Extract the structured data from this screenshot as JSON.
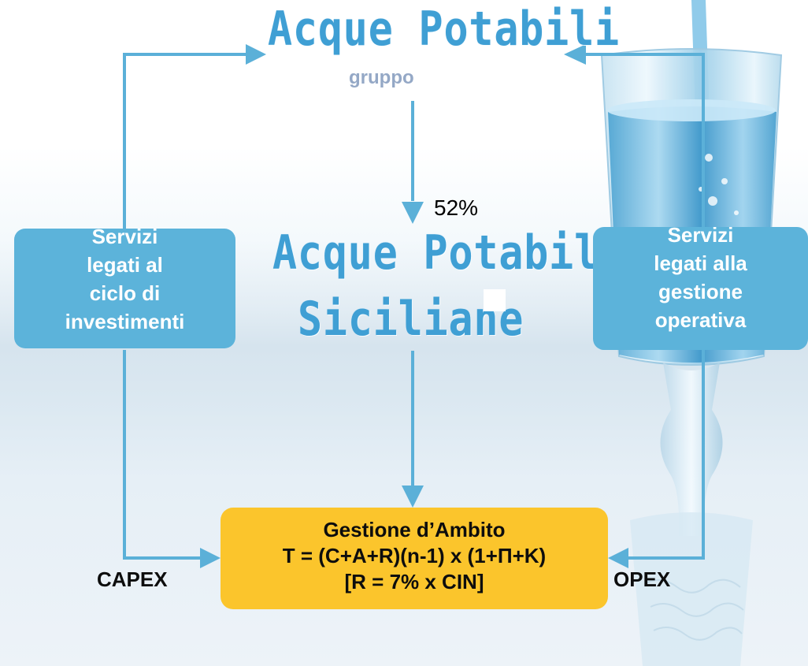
{
  "logos": {
    "top": {
      "title": "Acque Potabili",
      "subtitle": "gruppo"
    },
    "middle": {
      "title": "Acque Potabili",
      "subtitle": "Siciliane"
    }
  },
  "stake_label": "52%",
  "left_box": {
    "lines": [
      "Servizi",
      "legati al",
      "ciclo di",
      "investimenti"
    ]
  },
  "right_box": {
    "lines": [
      "Servizi",
      "legati alla",
      "gestione",
      "operativa"
    ]
  },
  "center_box": {
    "title": "Gestione d’Ambito",
    "formula": "T = (C+A+R)(n-1) x (1+Π+K)",
    "note": "[R = 7% x CIN]"
  },
  "capex_label": "CAPEX",
  "opex_label": "OPEX",
  "colors": {
    "arrow": "#5bb0d8",
    "side_box": "#5cb3da",
    "center_box": "#fbc52c",
    "logo": "#3f9fd4",
    "logo_subtitle": "#94a8c6"
  }
}
